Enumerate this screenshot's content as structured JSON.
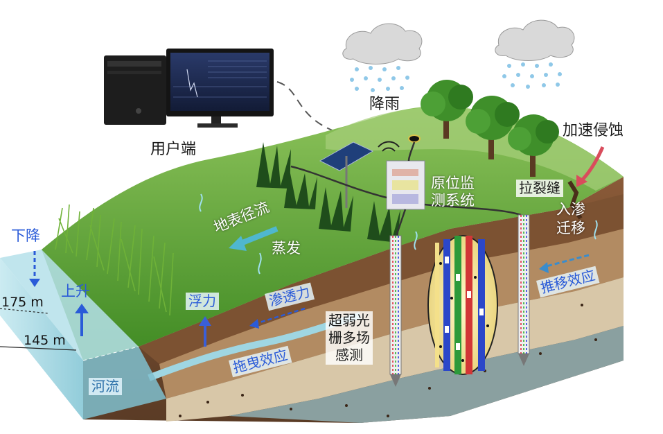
{
  "labels": {
    "user_terminal": "用户端",
    "rainfall": "降雨",
    "accelerated_erosion": "加速侵蚀",
    "in_situ_monitoring": "原位监\n测系统",
    "tension_crack": "拉裂缝",
    "infiltration_migration": "入渗\n迁移",
    "surface_runoff": "地表径流",
    "evaporation": "蒸发",
    "water_drop": "下降",
    "water_rise": "上升",
    "level_175": "175 m",
    "level_145": "145 m",
    "buoyancy": "浮力",
    "seepage_force": "渗透力",
    "drag_effect": "拖曳效应",
    "push_effect": "推移效应",
    "ufbg_sensing": "超弱光\n栅多场\n感测",
    "river": "河流"
  },
  "colors": {
    "grass": "#4f9a2c",
    "soil_brown": "#6e4a30",
    "water": "#9fd6e2",
    "blue_label": "#2a5bd8",
    "cyan_arrow": "#4fb7cf",
    "sky_cloud": "#d9d9d9"
  },
  "icons": [
    "computer-icon",
    "rain-cloud-icon",
    "tree-icon",
    "solar-panel-icon",
    "wifi-icon",
    "monitoring-cabinet-icon",
    "borehole-sensor-icon",
    "fiber-detail-lens-icon"
  ]
}
